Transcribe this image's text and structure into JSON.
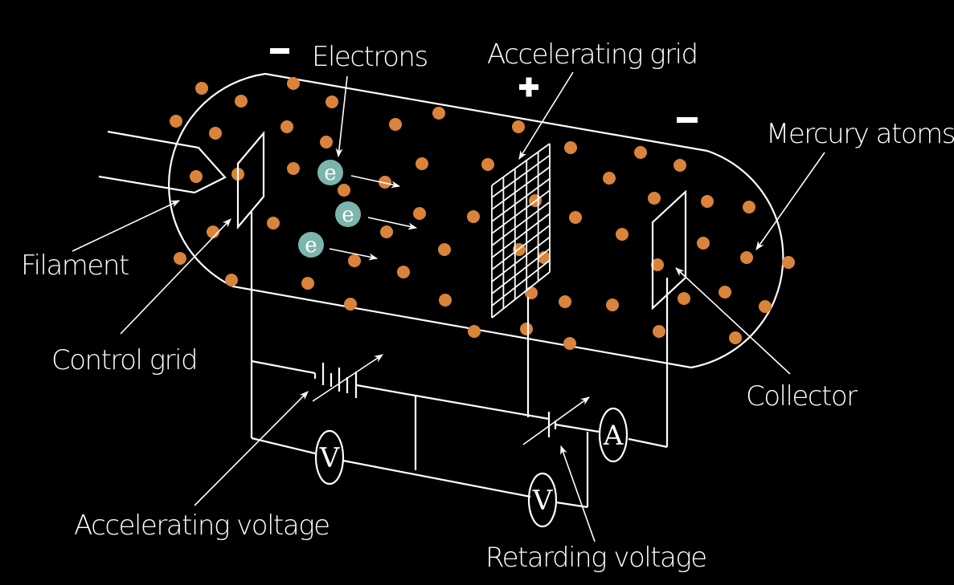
{
  "title": "Franck-Hertz experiment apparatus",
  "colors": {
    "background": "#000000",
    "lines": "#ffffff",
    "mercury_atom": "#d9843a",
    "electron": "#7bb5ad"
  },
  "labels": {
    "electrons": "Electrons",
    "accelerating_grid": "Accelerating grid",
    "mercury_atoms": "Mercury atoms",
    "filament": "Filament",
    "control_grid": "Control grid",
    "collector": "Collector",
    "accelerating_voltage": "Accelerating voltage",
    "retarding_voltage": "Retarding voltage"
  },
  "signs": {
    "cathode": "−",
    "grid": "+",
    "collector": "−"
  },
  "electron_symbol": "e",
  "meters": {
    "accelerating_voltmeter": "V",
    "retarding_voltmeter": "V",
    "ammeter": "A"
  }
}
